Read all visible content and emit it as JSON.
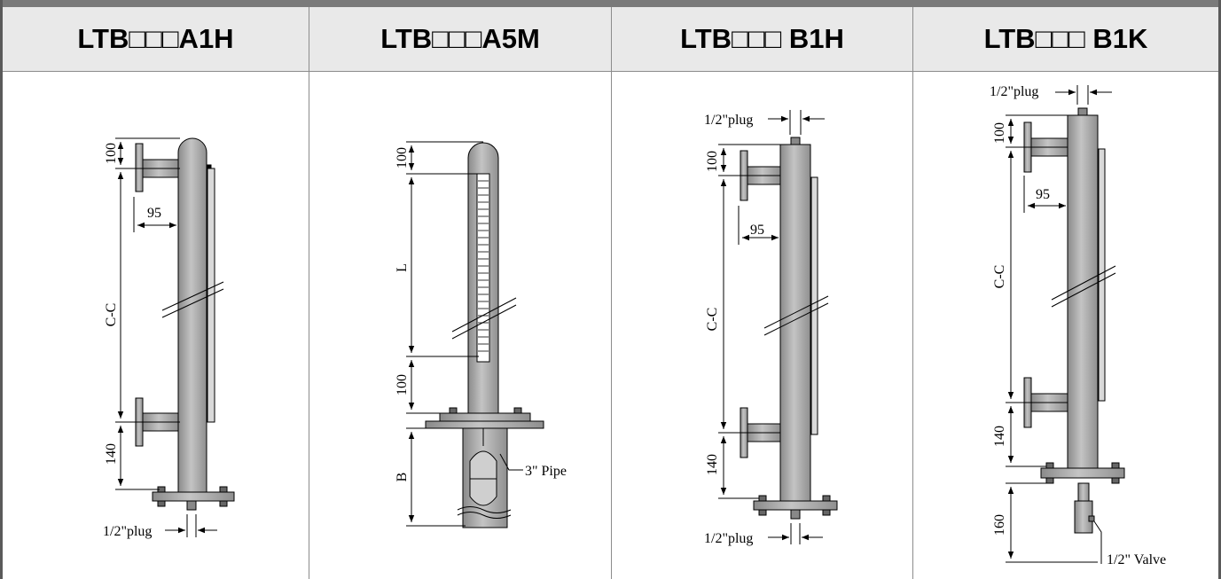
{
  "columns": [
    {
      "title": "LTB□□□A1H",
      "dims": {
        "top": "100",
        "offset": "95",
        "cc": "C-C",
        "bottom": "140",
        "plug": "1/2\"plug"
      }
    },
    {
      "title": "LTB□□□A5M",
      "dims": {
        "top": "100",
        "length": "L",
        "lower": "100",
        "b": "B",
        "pipe": "3\" Pipe"
      }
    },
    {
      "title": "LTB□□□ B1H",
      "dims": {
        "plug_top": "1/2\"plug",
        "top": "100",
        "offset": "95",
        "cc": "C-C",
        "bottom": "140",
        "plug_bottom": "1/2\"plug"
      }
    },
    {
      "title": "LTB□□□ B1K",
      "dims": {
        "plug_top": "1/2\"plug",
        "top": "100",
        "offset": "95",
        "cc": "C-C",
        "bottom": "140",
        "valve_len": "160",
        "valve": "1/2\" Valve"
      }
    }
  ],
  "colors": {
    "body": "#a8a8a8",
    "header": "#e9e9e9",
    "line": "#000000"
  }
}
